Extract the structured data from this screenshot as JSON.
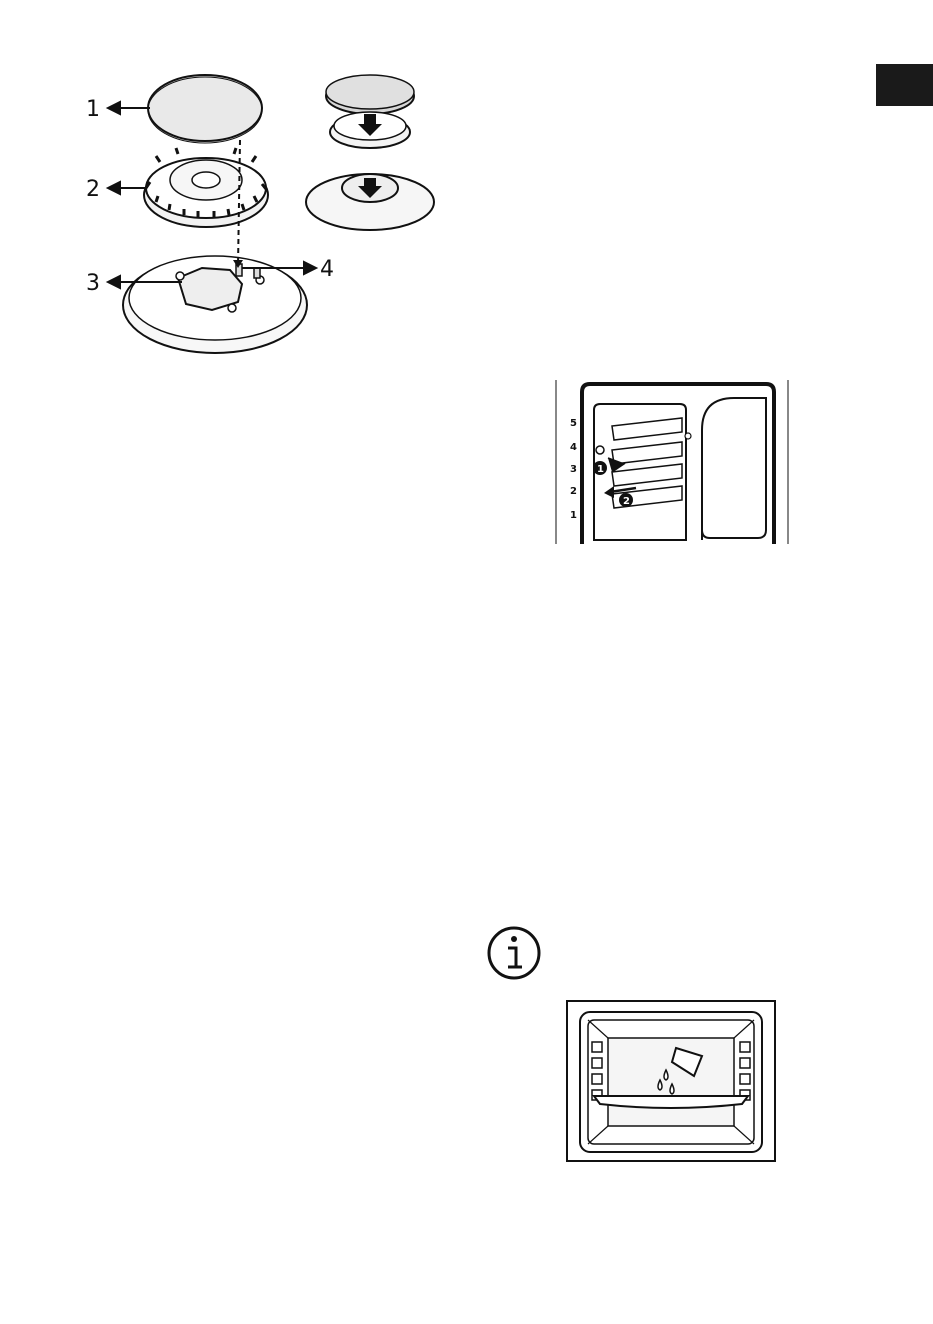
{
  "burner_diagram": {
    "labels": [
      "1",
      "2",
      "3",
      "4"
    ]
  },
  "shelf_diagram": {
    "shelf_levels": [
      "5",
      "4",
      "3",
      "2",
      "1"
    ],
    "steps": [
      "1",
      "2"
    ]
  },
  "info_icon": "info-icon",
  "language_tab": {
    "color": "#1a1a1a"
  }
}
